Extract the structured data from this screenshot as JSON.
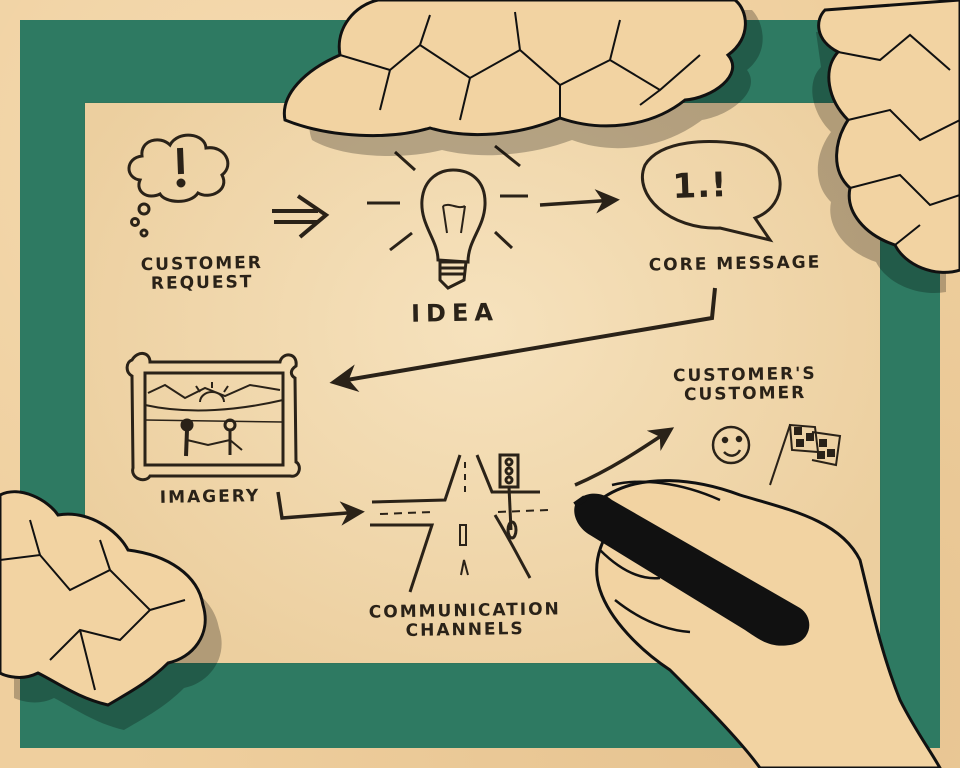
{
  "diagram": {
    "nodes": [
      {
        "id": "customer-request",
        "label_line1": "CUSTOMER",
        "label_line2": "REQUEST",
        "icon": "thought-bubble-exclamation-icon"
      },
      {
        "id": "idea",
        "label": "IDEA",
        "icon": "lightbulb-icon"
      },
      {
        "id": "core-message",
        "label": "CORE MESSAGE",
        "icon": "speech-bubble-number-one-icon",
        "bubble_text": "1.!"
      },
      {
        "id": "imagery",
        "label": "IMAGERY",
        "icon": "framed-picture-icon"
      },
      {
        "id": "communication-channels",
        "label_line1": "COMMUNICATION",
        "label_line2": "CHANNELS",
        "icon": "road-crossing-traffic-light-icon"
      },
      {
        "id": "customers-customer",
        "label_line1": "CUSTOMER'S",
        "label_line2": "CUSTOMER",
        "icons": [
          "smiley-face-icon",
          "checkered-flag-icon"
        ]
      }
    ],
    "edges": [
      {
        "from": "customer-request",
        "to": "idea",
        "style": "double-arrow"
      },
      {
        "from": "idea",
        "to": "core-message",
        "style": "arrow"
      },
      {
        "from": "core-message",
        "to": "imagery",
        "style": "arrow"
      },
      {
        "from": "imagery",
        "to": "communication-channels",
        "style": "arrow"
      },
      {
        "from": "communication-channels",
        "to": "customers-customer",
        "style": "arrow"
      }
    ]
  },
  "colors": {
    "background_paper": "#efcf9e",
    "frame_green": "#2e7a62",
    "inner_paper": "#f3dbb2",
    "ink": "#2a2218",
    "marker": "#111111"
  }
}
